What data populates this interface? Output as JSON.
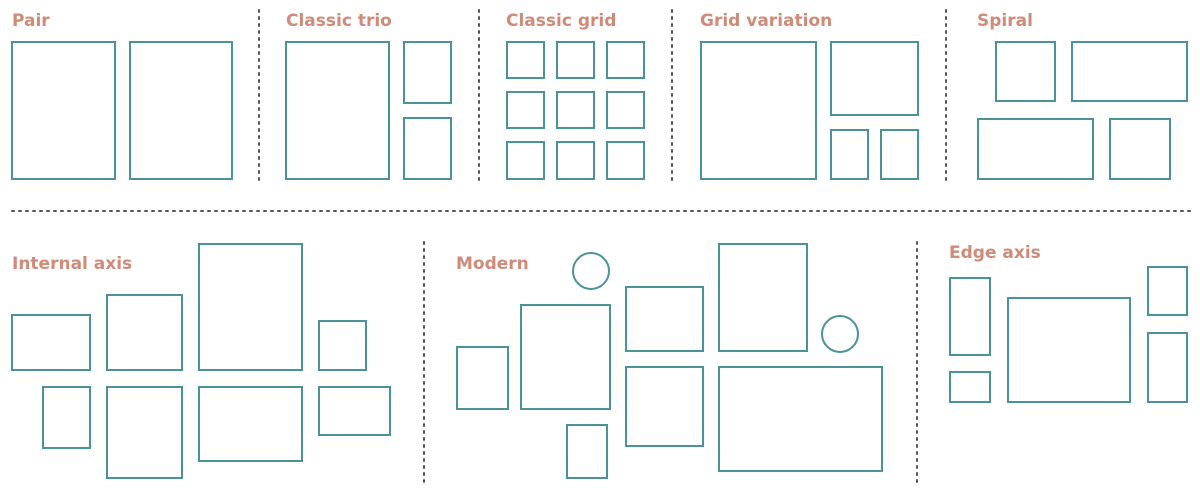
{
  "colors": {
    "frame_stroke": "#4a9399",
    "label_text": "#cf8a78",
    "divider": "#555555",
    "background": "#ffffff"
  },
  "arrangements": [
    {
      "id": "pair",
      "label": "Pair"
    },
    {
      "id": "classic-trio",
      "label": "Classic trio"
    },
    {
      "id": "classic-grid",
      "label": "Classic grid"
    },
    {
      "id": "grid-variation",
      "label": "Grid variation"
    },
    {
      "id": "spiral",
      "label": "Spiral"
    },
    {
      "id": "internal-axis",
      "label": "Internal axis"
    },
    {
      "id": "modern",
      "label": "Modern"
    },
    {
      "id": "edge-axis",
      "label": "Edge axis"
    }
  ]
}
